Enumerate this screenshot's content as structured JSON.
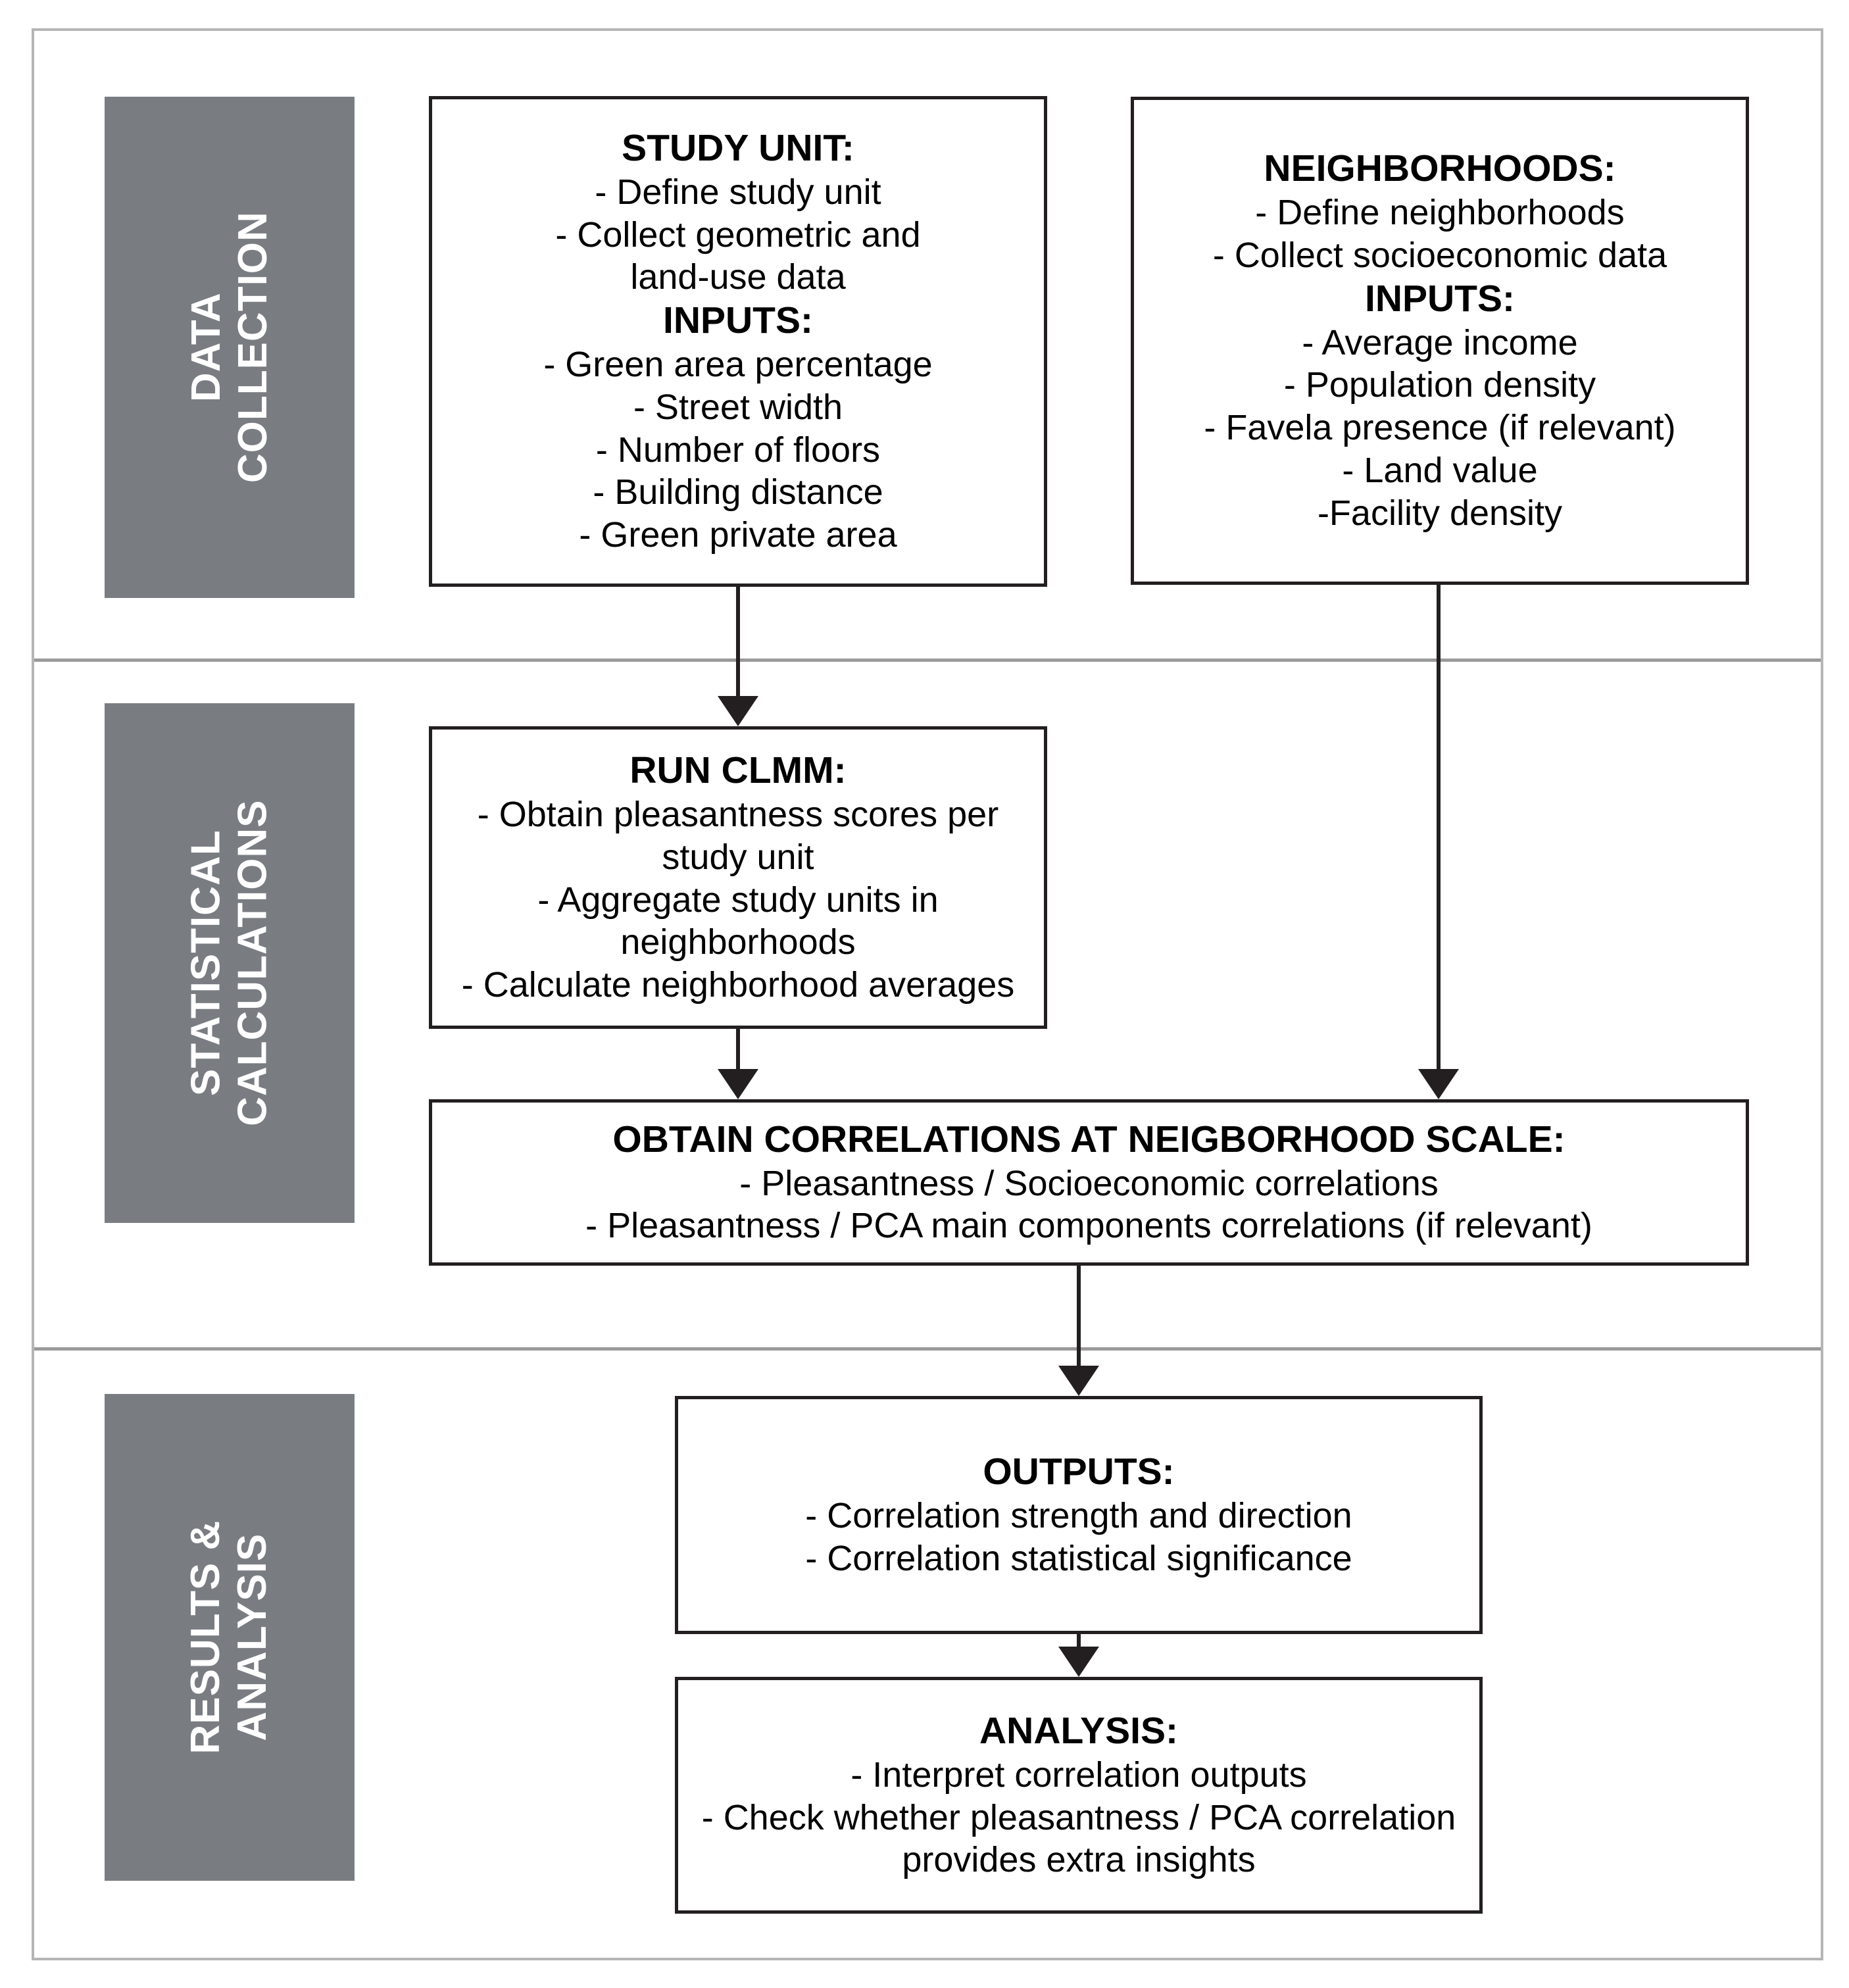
{
  "diagram": {
    "type": "flowchart",
    "stages": [
      {
        "id": "data-collection",
        "label": "DATA\nCOLLECTION"
      },
      {
        "id": "statistical-calculations",
        "label": "STATISTICAL\nCALCULATIONS"
      },
      {
        "id": "results-analysis",
        "label": "RESULTS &\nANALYSIS"
      }
    ],
    "boxes": {
      "study_unit": {
        "title": "STUDY UNIT:",
        "lines": [
          "- Define study unit",
          "- Collect geometric and",
          "land-use data"
        ],
        "subtitle": "INPUTS:",
        "inputs": [
          "- Green area percentage",
          "- Street width",
          "- Number of floors",
          "- Building distance",
          "- Green private area"
        ]
      },
      "neighborhoods": {
        "title": "NEIGHBORHOODS:",
        "lines": [
          "- Define neighborhoods",
          "- Collect socioeconomic data"
        ],
        "subtitle": "INPUTS:",
        "inputs": [
          "- Average income",
          "- Population density",
          "- Favela presence (if relevant)",
          "- Land value",
          "-Facility density"
        ]
      },
      "run_clmm": {
        "title": "RUN CLMM:",
        "lines": [
          "- Obtain pleasantness scores per",
          "study unit",
          "- Aggregate study units in",
          "neighborhoods",
          "- Calculate neighborhood averages"
        ]
      },
      "obtain_correlations": {
        "title": "OBTAIN CORRELATIONS AT NEIGBORHOOD SCALE:",
        "lines": [
          "- Pleasantness / Socioeconomic correlations",
          "- Pleasantness / PCA main components correlations (if relevant)"
        ]
      },
      "outputs": {
        "title": "OUTPUTS:",
        "lines": [
          "- Correlation strength and direction",
          "- Correlation statistical significance"
        ]
      },
      "analysis": {
        "title": "ANALYSIS:",
        "lines": [
          "- Interpret correlation outputs",
          "- Check whether pleasantness / PCA correlation",
          "provides extra insights"
        ]
      }
    },
    "colors": {
      "stage_bar": "#797d82",
      "box_border": "#231f20",
      "frame_border": "#b5b5b5",
      "divider": "#9a9a9a",
      "stage_text": "#ffffff",
      "box_text": "#000000"
    }
  }
}
